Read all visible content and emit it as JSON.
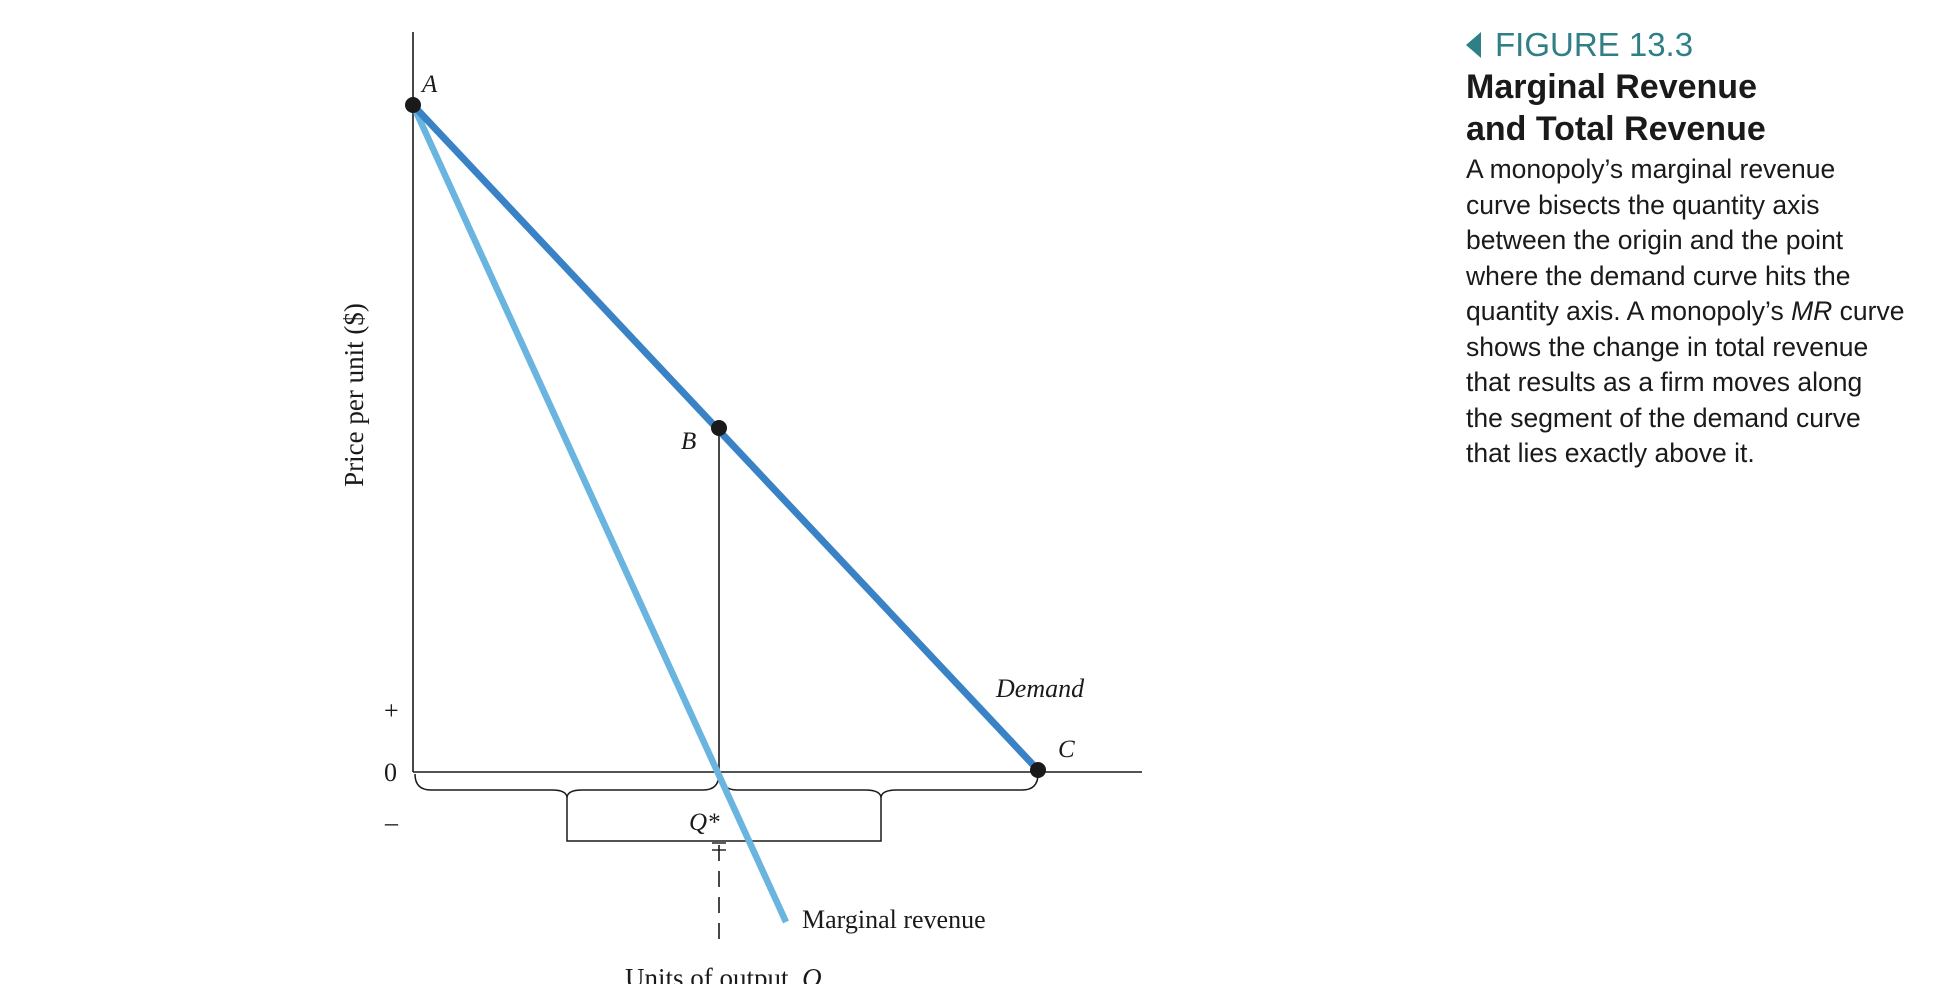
{
  "diagram": {
    "y_axis_label": "Price per unit ($)",
    "x_axis_label_text": "Units of output, ",
    "x_axis_label_var": "Q",
    "tick_plus": "+",
    "tick_zero": "0",
    "tick_minus": "–",
    "point_a": "A",
    "point_b": "B",
    "point_c": "C",
    "q_star": "Q*",
    "demand_label": "Demand",
    "mr_label": "Marginal revenue",
    "colors": {
      "demand": "#3a82c6",
      "marginal_revenue": "#6ab4e0",
      "axis": "#1a1a1a"
    }
  },
  "caption": {
    "figure_number": "FIGURE 13.3",
    "title_line1": "Marginal Revenue",
    "title_line2": "and Total Revenue",
    "text_part1": "A monopoly’s marginal revenue curve bisects the quantity axis between the origin and the point where the demand curve hits the quantity axis. A monopoly’s ",
    "text_mr": "MR",
    "text_part2": " curve shows the change in total revenue that results as a firm moves along the segment of the demand curve that lies exactly above it.",
    "accent_color": "#2f7f86",
    "icon": "left-triangle-icon"
  }
}
